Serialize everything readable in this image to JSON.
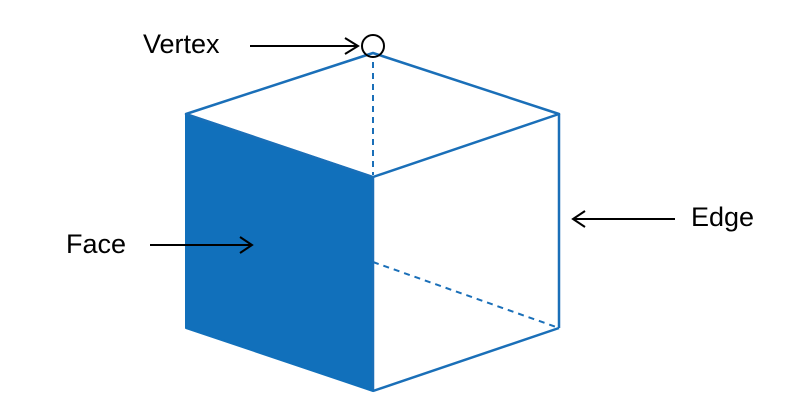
{
  "labels": {
    "vertex": "Vertex",
    "face": "Face",
    "edge": "Edge"
  },
  "icons": {
    "arrow": "right-arrow-icon",
    "vertex_marker": "circle-icon"
  },
  "colors": {
    "cube_stroke": "#1a6fb8",
    "face_fill": "#1170bb",
    "text": "#000000",
    "arrow": "#000000"
  }
}
